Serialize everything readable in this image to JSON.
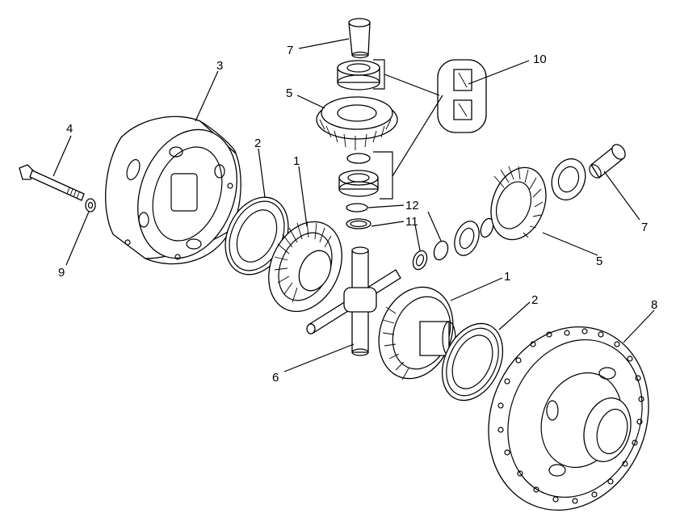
{
  "labels": [
    {
      "key": "pin_top",
      "text": "7"
    },
    {
      "key": "bearing_callout",
      "text": "10"
    },
    {
      "key": "housing",
      "text": "3"
    },
    {
      "key": "side_gear_top",
      "text": "5"
    },
    {
      "key": "bolt",
      "text": "4"
    },
    {
      "key": "thrust_washer_left",
      "text": "2"
    },
    {
      "key": "side_gear_left",
      "text": "1"
    },
    {
      "key": "shim",
      "text": "12"
    },
    {
      "key": "snap_ring",
      "text": "11"
    },
    {
      "key": "pin_right",
      "text": "7"
    },
    {
      "key": "washer",
      "text": "9"
    },
    {
      "key": "side_gear_right",
      "text": "5"
    },
    {
      "key": "side_gear_front",
      "text": "1"
    },
    {
      "key": "thrust_washer_front",
      "text": "2"
    },
    {
      "key": "carrier_flange",
      "text": "8"
    },
    {
      "key": "cross_shaft",
      "text": "6"
    }
  ]
}
